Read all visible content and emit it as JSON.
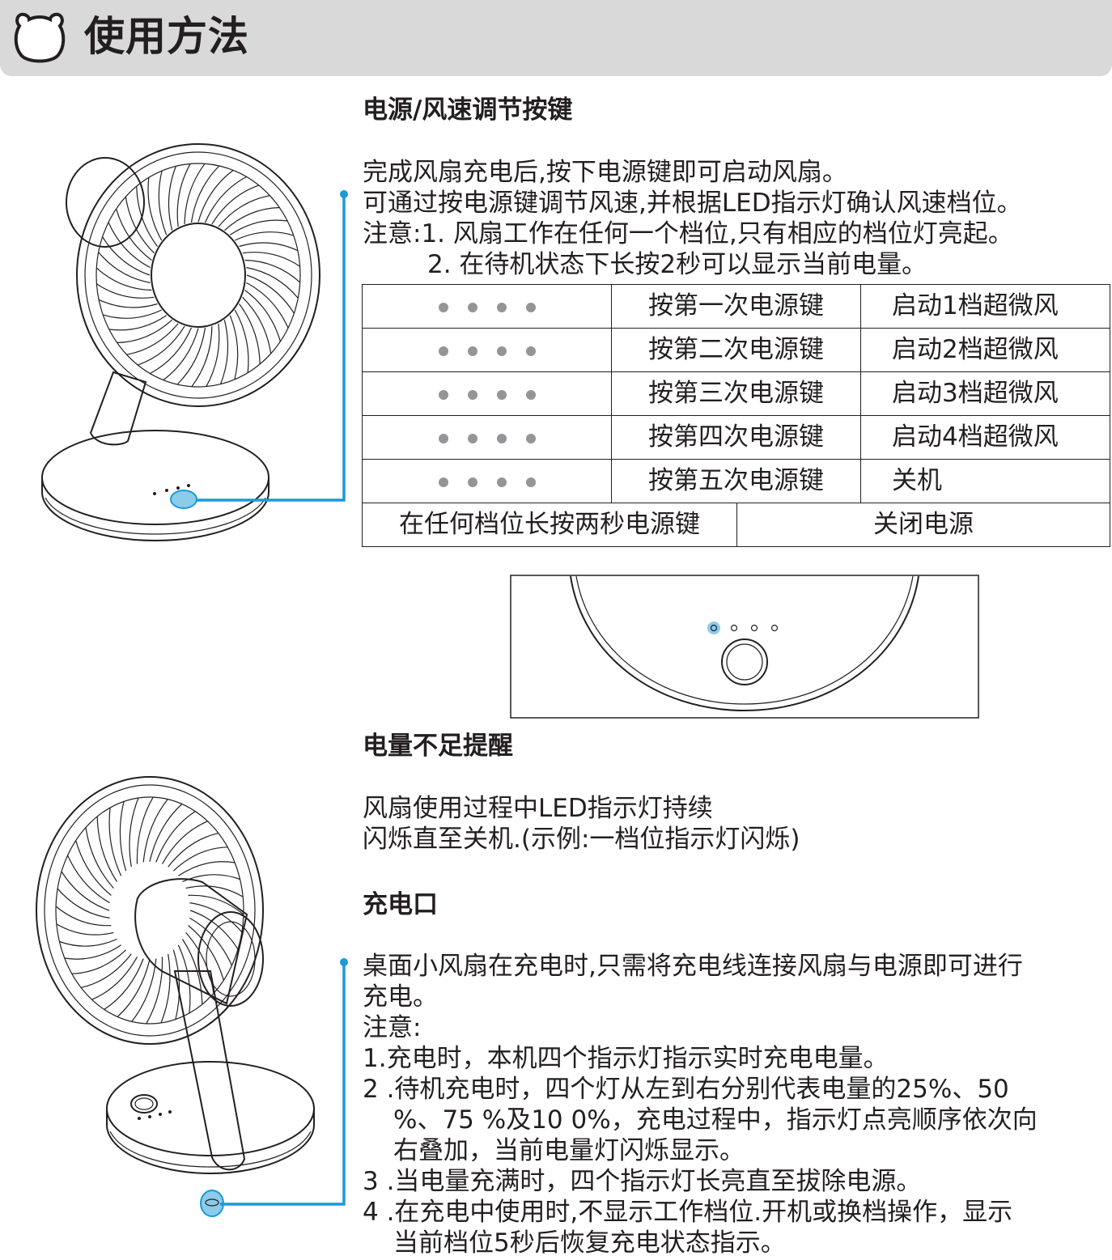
{
  "header": {
    "title": "使用方法"
  },
  "section_power": {
    "title": "电源/风速调节按键",
    "lines": [
      "完成风扇充电后,按下电源键即可启动风扇。",
      "可通过按电源键调节风速,并根据LED指示灯确认风速档位。",
      "注意:1. 风扇工作在任何一个档位,只有相应的档位灯亮起。",
      "2. 在待机状态下长按2秒可以显示当前电量。"
    ]
  },
  "speed_table": {
    "rows": [
      {
        "press": "按第一次电源键",
        "result": "启动1档超微风"
      },
      {
        "press": "按第二次电源键",
        "result": "启动2档超微风"
      },
      {
        "press": "按第三次电源键",
        "result": "启动3档超微风"
      },
      {
        "press": "按第四次电源键",
        "result": "启动4档超微风"
      },
      {
        "press": "按第五次电源键",
        "result": "关机"
      }
    ],
    "long_press": {
      "condition": "在任何档位长按两秒电源键",
      "result": "关闭电源"
    }
  },
  "section_low_battery": {
    "title": "电量不足提醒",
    "lines": [
      "风扇使用过程中LED指示灯持续",
      "闪烁直至关机.(示例:一档位指示灯闪烁)"
    ]
  },
  "section_charging": {
    "title": "充电口",
    "lines": [
      "桌面小风扇在充电时,只需将充电线连接风扇与电源即可进行",
      "充电。",
      "注意:",
      "1.充电时，本机四个指示灯指示实时充电电量。",
      "2 .待机充电时，四个灯从左到右分别代表电量的25%、50",
      "%、75 %及10 0%，充电过程中，指示灯点亮顺序依次向",
      "右叠加，当前电量灯闪烁显示。",
      "3 .当电量充满时，四个指示灯长亮直至拔除电源。",
      "4 .在充电中使用时,不显示工作档位.开机或换档操作，显示",
      "当前档位5秒后恢复充电状态指示。"
    ]
  },
  "colors": {
    "header_bg": "#d9d9d9",
    "callout_blue": "#1a9ad6",
    "indicator_dot": "#939598",
    "text": "#231f20"
  },
  "icons": [
    "bear-head-icon"
  ]
}
